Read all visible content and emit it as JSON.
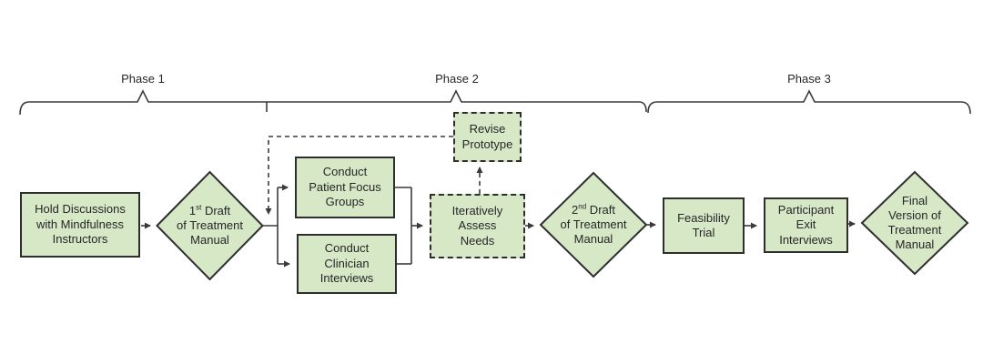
{
  "phases": [
    {
      "label": "Phase 1"
    },
    {
      "label": "Phase 2"
    },
    {
      "label": "Phase 3"
    }
  ],
  "nodes": {
    "hold_discussions": {
      "label": "Hold Discussions\nwith Mindfulness\nInstructors"
    },
    "first_draft": {
      "num": "1",
      "sup": "st",
      "line1_rest": " Draft",
      "rest": "of Treatment\nManual"
    },
    "patient_focus": {
      "label": "Conduct\nPatient Focus\nGroups"
    },
    "clinician_interviews": {
      "label": "Conduct\nClinician\nInterviews"
    },
    "revise_prototype": {
      "label": "Revise\nPrototype"
    },
    "assess_needs": {
      "label": "Iteratively\nAssess\nNeeds"
    },
    "second_draft": {
      "num": "2",
      "sup": "nd",
      "line1_rest": " Draft",
      "rest": "of Treatment\nManual"
    },
    "feasibility_trial": {
      "label": "Feasibility\nTrial"
    },
    "participant_exit": {
      "label": "Participant\nExit\nInterviews"
    },
    "final_version": {
      "label": "Final\nVersion of\nTreatment\nManual"
    }
  },
  "colors": {
    "node_fill": "#d7e8c7",
    "node_border": "#2e2e2e",
    "line": "#3a3a3a",
    "text": "#262626"
  }
}
